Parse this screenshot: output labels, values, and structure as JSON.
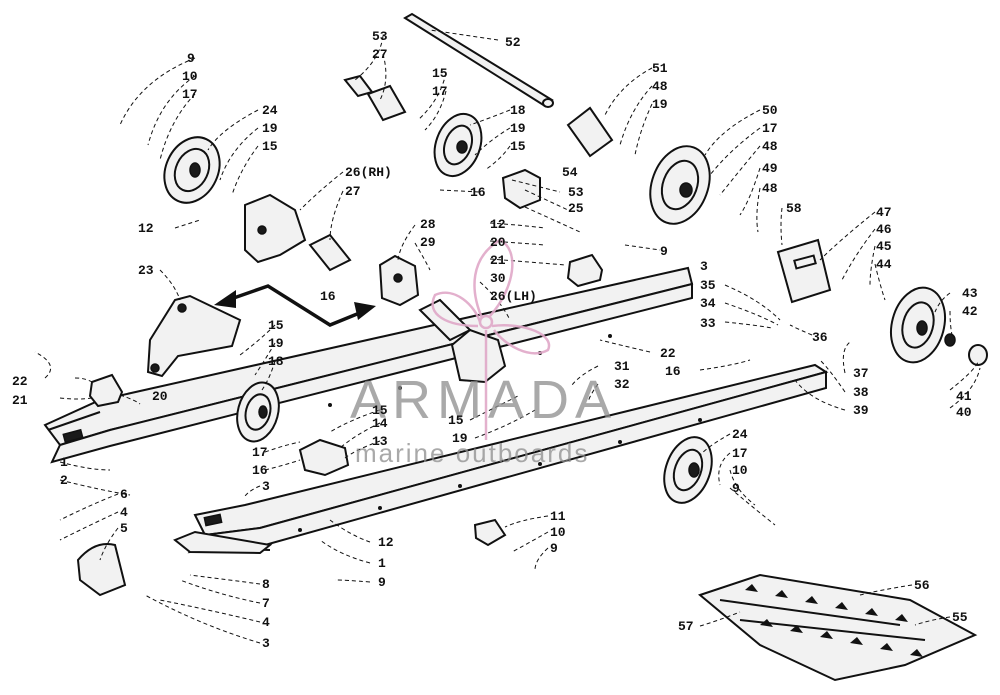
{
  "watermark": {
    "brand": "ARMADA",
    "tagline": "marine outboards",
    "accent_color": "#e0a8c8",
    "text_color": "#8d8d8d"
  },
  "callouts": {
    "n1": "1",
    "n2": "2",
    "n3": "3",
    "n4": "4",
    "n5": "5",
    "n6": "6",
    "n7": "7",
    "n8": "8",
    "n9": "9",
    "n10": "10",
    "n11": "11",
    "n12": "12",
    "n13": "13",
    "n14": "14",
    "n15": "15",
    "n16": "16",
    "n17": "17",
    "n18": "18",
    "n19": "19",
    "n20": "20",
    "n21": "21",
    "n22": "22",
    "n23": "23",
    "n24": "24",
    "n25": "25",
    "n26rh": "26(RH)",
    "n26lh": "26(LH)",
    "n27": "27",
    "n28": "28",
    "n29": "29",
    "n30": "30",
    "n31": "31",
    "n32": "32",
    "n33": "33",
    "n34": "34",
    "n35": "35",
    "n36": "36",
    "n37": "37",
    "n38": "38",
    "n39": "39",
    "n40": "40",
    "n41": "41",
    "n42": "42",
    "n43": "43",
    "n44": "44",
    "n45": "45",
    "n46": "46",
    "n47": "47",
    "n48": "48",
    "n49": "49",
    "n50": "50",
    "n51": "51",
    "n52": "52",
    "n53": "53",
    "n54": "54",
    "n55": "55",
    "n56": "56",
    "n57": "57",
    "n58": "58"
  }
}
